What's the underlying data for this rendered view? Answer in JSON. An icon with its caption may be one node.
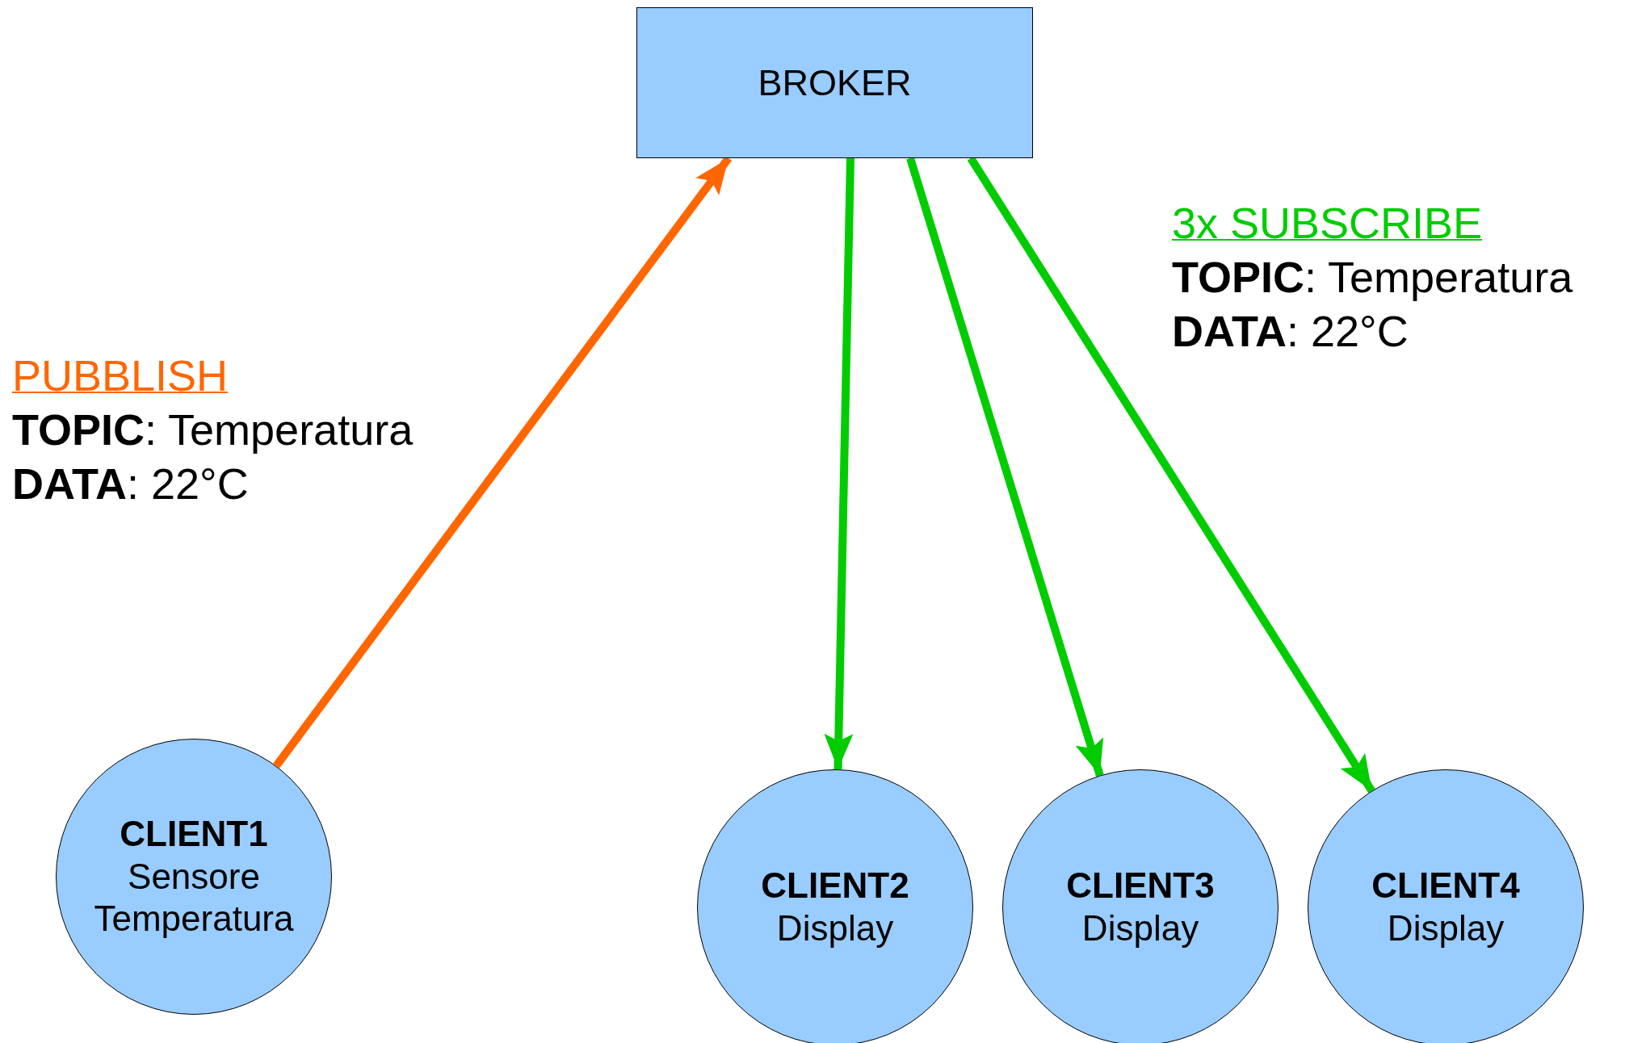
{
  "diagram": {
    "nodes": [
      {
        "text": [
          "BROKER"
        ]
      },
      {
        "text": [
          "CLIENT1",
          "Sensore Temperatura"
        ]
      },
      {
        "text": [
          "CLIENT2",
          "Display"
        ]
      },
      {
        "text": [
          "CLIENT3",
          "Display"
        ]
      },
      {
        "text": [
          "CLIENT4",
          "Display"
        ]
      }
    ],
    "edges": [
      {
        "from": 1,
        "to": 0,
        "arrow": "to",
        "color": "#ff6600"
      },
      {
        "from": 0,
        "to": 2,
        "arrow": "to"
      },
      {
        "from": 0,
        "to": 3,
        "arrow": "to"
      },
      {
        "from": 0,
        "to": 4,
        "arrow": "to"
      }
    ],
    "labels": [
      "PUBBLISH",
      "**TOPIC**: Temperatura",
      "**DATA**: 22°C",
      "3x SUBSCRIBE",
      "**TOPIC**: Temperatura",
      "**DATA**: 22°C"
    ]
  }
}
